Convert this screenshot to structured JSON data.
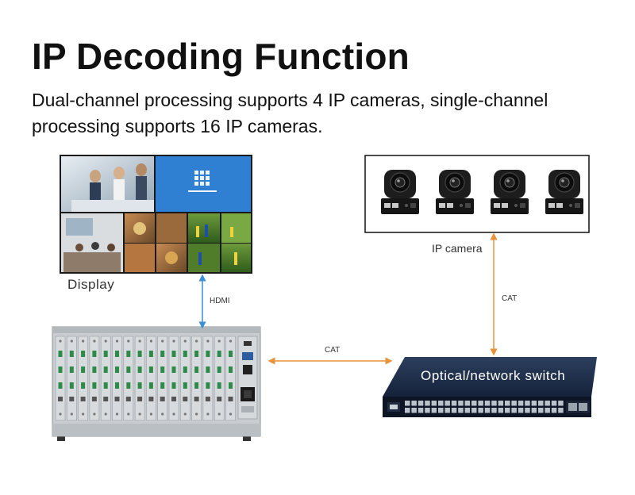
{
  "header": {
    "title": "IP Decoding Function",
    "subtitle": "Dual-channel processing supports 4 IP cameras, single-channel processing supports 16 IP cameras."
  },
  "nodes": {
    "display": {
      "label": "Display"
    },
    "ip_camera": {
      "label": "IP camera",
      "count": 4
    },
    "switch": {
      "label": "Optical/network switch"
    },
    "processor": {
      "slot_count": 16
    }
  },
  "connections": {
    "display_processor": "HDMI",
    "camera_switch": "CAT",
    "processor_switch": "CAT"
  },
  "colors": {
    "hdmi_line": "#3b8fd6",
    "cat_line": "#e8923a",
    "camera_box_border": "#111111",
    "switch_body": "#1e2e45",
    "processor_body": "#c9cdd1"
  }
}
